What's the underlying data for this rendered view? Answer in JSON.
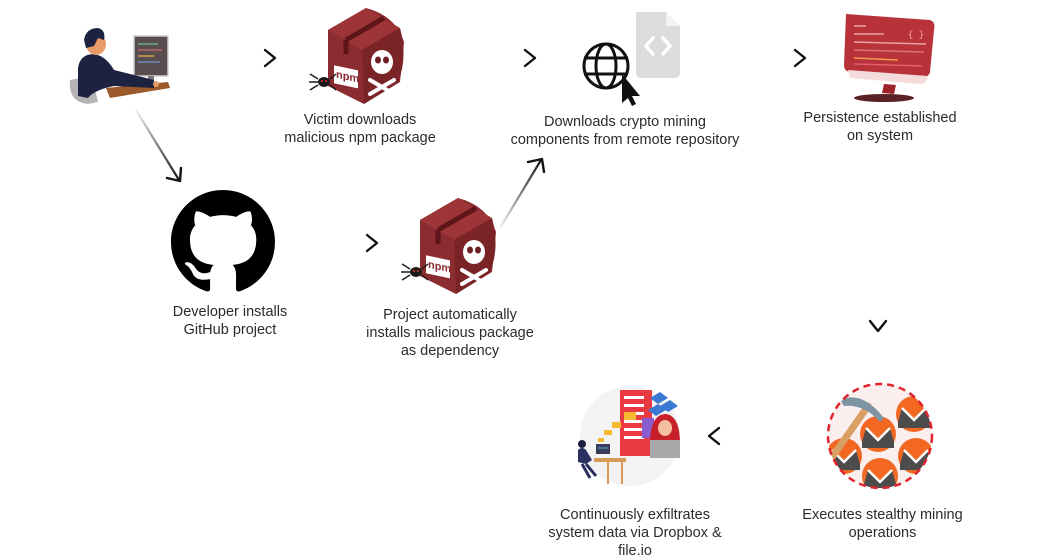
{
  "diagram": {
    "type": "attack-flow",
    "nodes": [
      {
        "id": "victim",
        "icon": "developer-at-computer-icon",
        "label_lines": []
      },
      {
        "id": "npm-download",
        "icon": "malicious-npm-package-icon",
        "label_lines": [
          "Victim downloads",
          "malicious npm package"
        ]
      },
      {
        "id": "remote-download",
        "icon": "globe-cursor-code-file-icon",
        "label_lines": [
          "Downloads crypto mining",
          "components from remote repository"
        ]
      },
      {
        "id": "persistence",
        "icon": "infected-monitor-icon",
        "label_lines": [
          "Persistence established",
          "on system"
        ]
      },
      {
        "id": "github-install",
        "icon": "github-icon",
        "label_lines": [
          "Developer installs",
          "GitHub project"
        ]
      },
      {
        "id": "dependency-install",
        "icon": "malicious-npm-package-icon",
        "label_lines": [
          "Project automatically",
          "installs malicious package",
          "as dependency"
        ]
      },
      {
        "id": "mining",
        "icon": "monero-mining-icon",
        "label_lines": [
          "Executes stealthy mining",
          "operations"
        ]
      },
      {
        "id": "exfiltration",
        "icon": "data-exfiltration-icon",
        "label_lines": [
          "Continuously exfiltrates",
          "system data via Dropbox &",
          "file.io"
        ]
      }
    ],
    "edges": [
      {
        "from": "victim",
        "to": "npm-download"
      },
      {
        "from": "victim",
        "to": "github-install"
      },
      {
        "from": "npm-download",
        "to": "remote-download"
      },
      {
        "from": "github-install",
        "to": "dependency-install"
      },
      {
        "from": "dependency-install",
        "to": "remote-download"
      },
      {
        "from": "remote-download",
        "to": "persistence"
      },
      {
        "from": "persistence",
        "to": "mining"
      },
      {
        "from": "mining",
        "to": "exfiltration"
      }
    ],
    "colors": {
      "npm_box": "#8b2c30",
      "npm_box_dark": "#6e1f23",
      "monitor_red": "#b8323a",
      "monero_orange": "#f26822",
      "monero_gray": "#4c4c4c",
      "dash_red": "#e0242c",
      "text": "#2b2b2b",
      "arrow": "#111111"
    }
  }
}
